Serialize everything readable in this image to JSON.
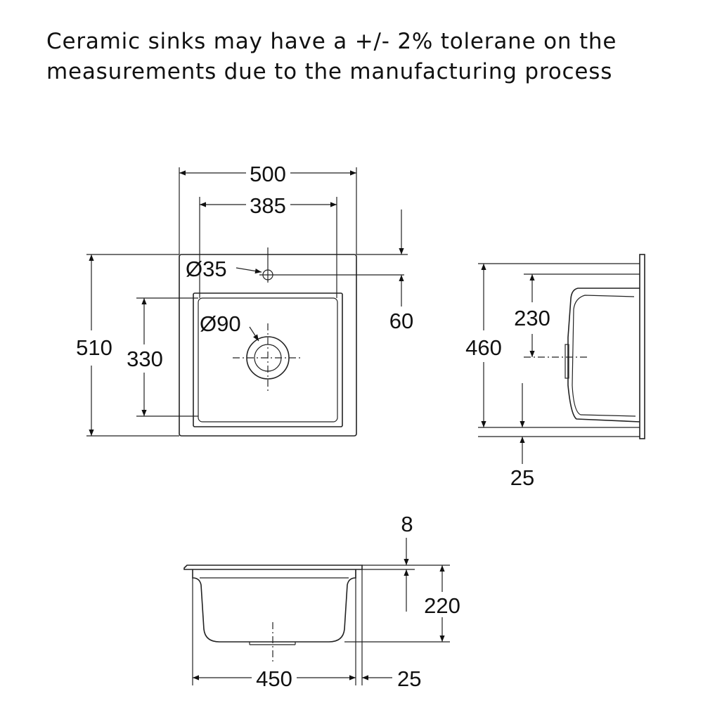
{
  "caption": {
    "line1": "Ceramic sinks may have a +/- 2% tolerane on the",
    "line2": "measurements due to the manufacturing process"
  },
  "top_view": {
    "overall_width": "500",
    "bowl_width": "385",
    "overall_depth": "510",
    "bowl_depth": "330",
    "tap_hole": "Ø35",
    "waste_hole": "Ø90",
    "tap_offset": "60"
  },
  "side_view": {
    "overall_height": "460",
    "waste_height": "230",
    "flange": "25"
  },
  "front_view": {
    "rim_thickness": "8",
    "bowl_depth": "220",
    "bowl_width": "450",
    "edge": "25"
  }
}
